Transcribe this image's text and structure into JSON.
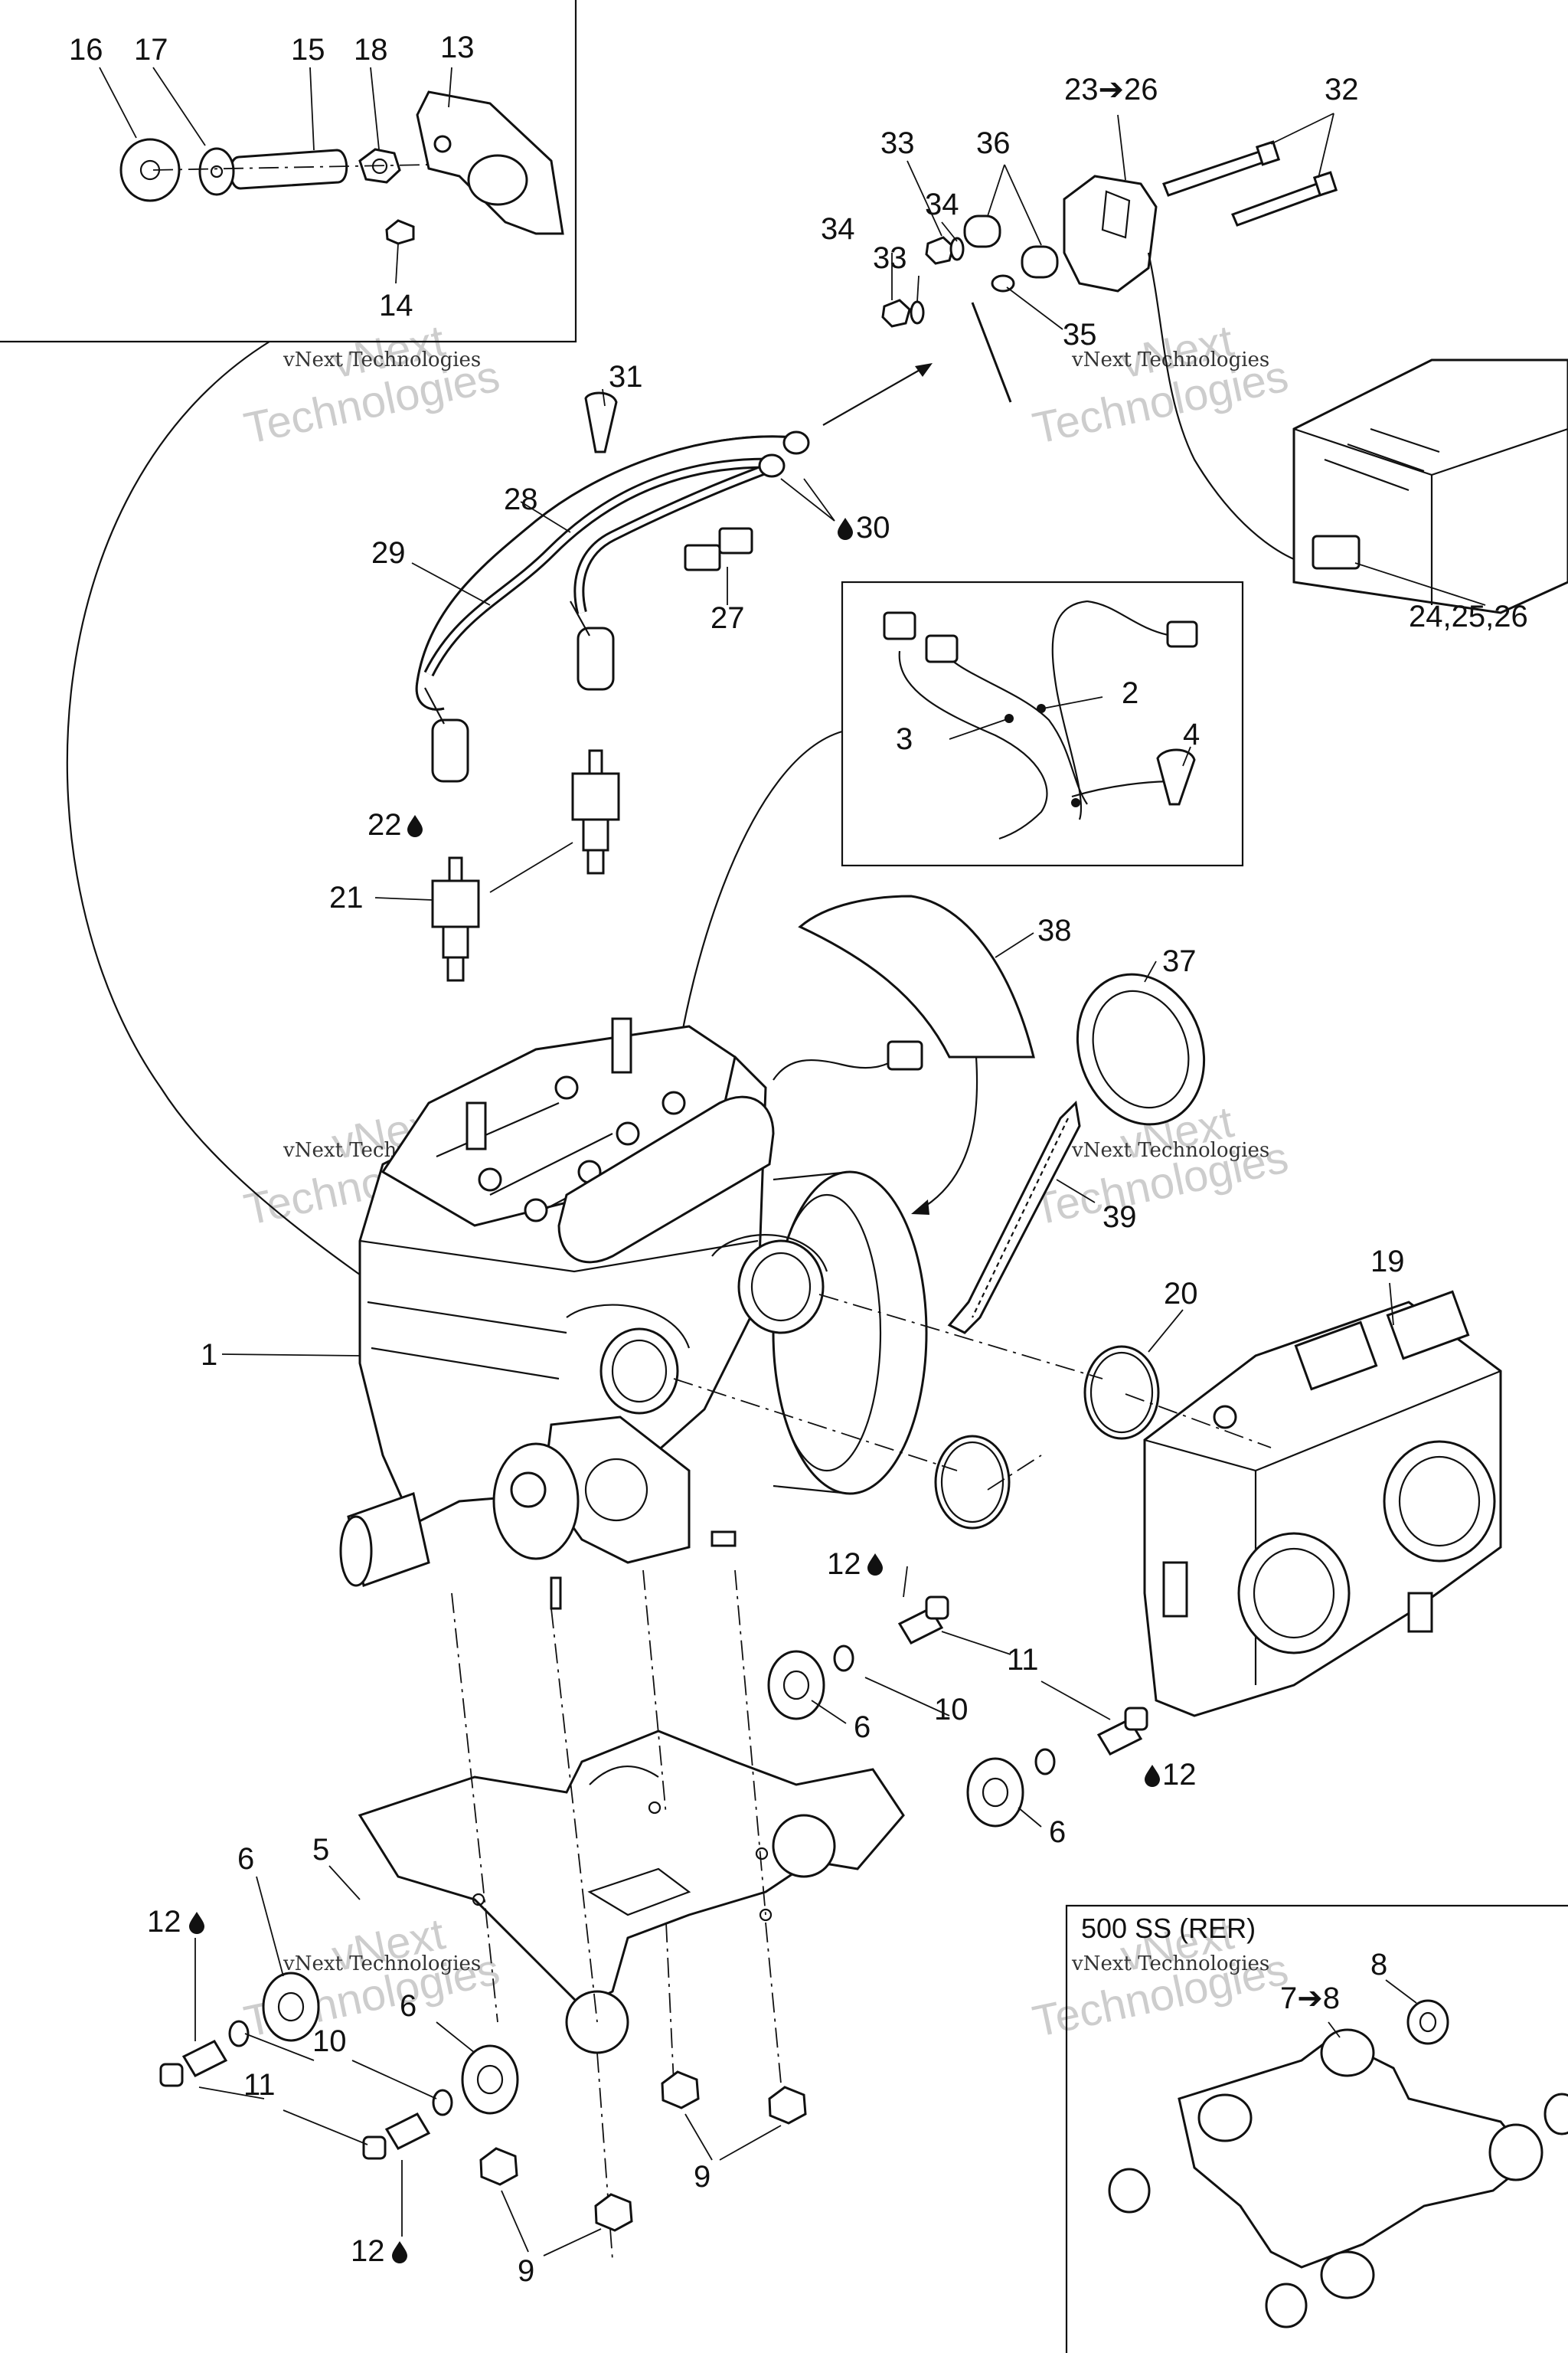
{
  "callouts": {
    "c1": "1",
    "c2": "2",
    "c3": "3",
    "c4": "4",
    "c5": "5",
    "c6a": "6",
    "c6b": "6",
    "c6c": "6",
    "c6d": "6",
    "c7to8": "7➔8",
    "c8": "8",
    "c9a": "9",
    "c9b": "9",
    "c10a": "10",
    "c10b": "10",
    "c11a": "11",
    "c11b": "11",
    "c12a": "12",
    "c12b": "12",
    "c12c": "12",
    "c12d": "12",
    "c13": "13",
    "c14": "14",
    "c15": "15",
    "c16": "16",
    "c17": "17",
    "c18": "18",
    "c19": "19",
    "c20": "20",
    "c21": "21",
    "c22": "22",
    "c23to26": "23➔26",
    "c24_26": "24,25,26",
    "c27": "27",
    "c28": "28",
    "c29": "29",
    "c30": "30",
    "c31": "31",
    "c32": "32",
    "c33a": "33",
    "c33b": "33",
    "c34a": "34",
    "c34b": "34",
    "c35": "35",
    "c36": "36",
    "c37": "37",
    "c38": "38",
    "c39": "39"
  },
  "inset": {
    "model_label": "500 SS (RER)"
  },
  "watermark": {
    "line1": "vNext",
    "line2": "Technologies",
    "small": "vNext Technologies"
  },
  "icons": {
    "fluid": "drop-icon"
  }
}
